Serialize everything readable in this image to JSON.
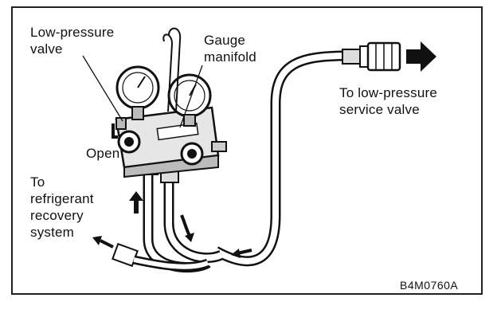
{
  "labels": {
    "low_pressure_valve": [
      "Low-pressure",
      "valve"
    ],
    "gauge_manifold": [
      "Gauge",
      "manifold"
    ],
    "open": "Open",
    "to_low_pressure_service_valve": [
      "To low-pressure",
      "service valve"
    ],
    "to_refrigerant_recovery": [
      "To",
      "refrigerant",
      "recovery",
      "system"
    ],
    "figure_code": "B4M0760A"
  }
}
